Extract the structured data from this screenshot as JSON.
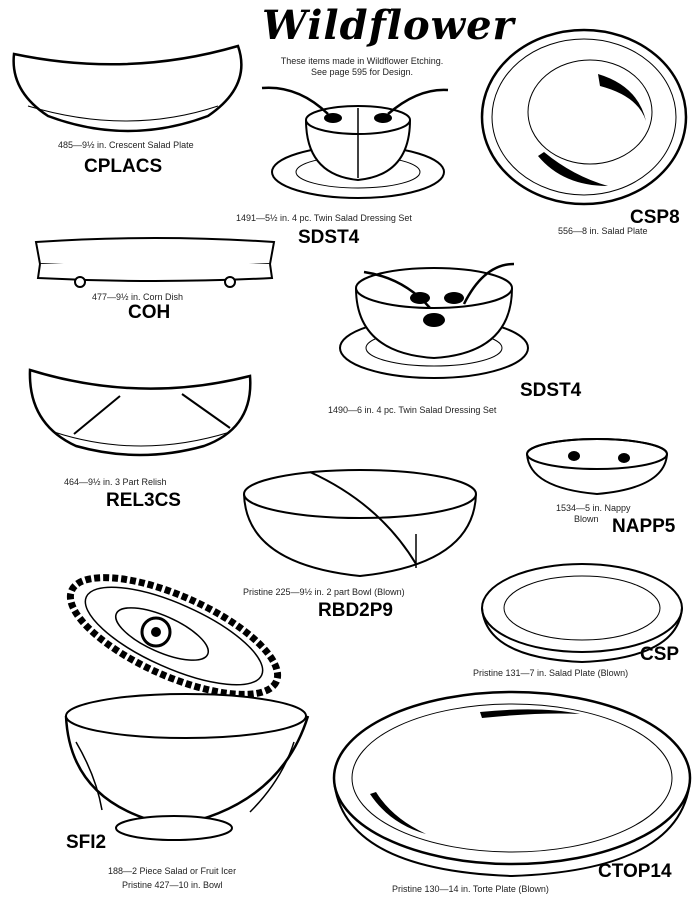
{
  "header": {
    "title": "Wildflower",
    "subtitle_line1": "These items made in Wildflower Etching.",
    "subtitle_line2": "See page 595 for Design."
  },
  "items": [
    {
      "caption": "485—9½ in. Crescent Salad Plate",
      "code": "CPLACS"
    },
    {
      "caption": "1491—5½ in. 4 pc. Twin Salad Dressing Set",
      "code": "SDST4"
    },
    {
      "caption": "556—8 in. Salad Plate",
      "code": "CSP8"
    },
    {
      "caption": "477—9½ in. Corn Dish",
      "code": "COH"
    },
    {
      "caption": "1490—6 in. 4 pc. Twin Salad Dressing Set",
      "code": "SDST4"
    },
    {
      "caption": "464—9½ in. 3 Part Relish",
      "code": "REL3CS"
    },
    {
      "caption": "1534—5 in. Nappy",
      "caption_line2": "Blown",
      "code": "NAPP5"
    },
    {
      "caption": "Pristine 225—9½ in. 2 part Bowl (Blown)",
      "code": "RBD2P9"
    },
    {
      "caption": "Pristine 131—7 in. Salad Plate (Blown)",
      "code": "CSP"
    },
    {
      "caption": "188—2 Piece Salad or Fruit Icer",
      "caption_line2": "Pristine 427—10 in. Bowl",
      "code": "SFI2"
    },
    {
      "caption": "Pristine 130—14 in. Torte Plate (Blown)",
      "code": "CTOP14"
    }
  ]
}
